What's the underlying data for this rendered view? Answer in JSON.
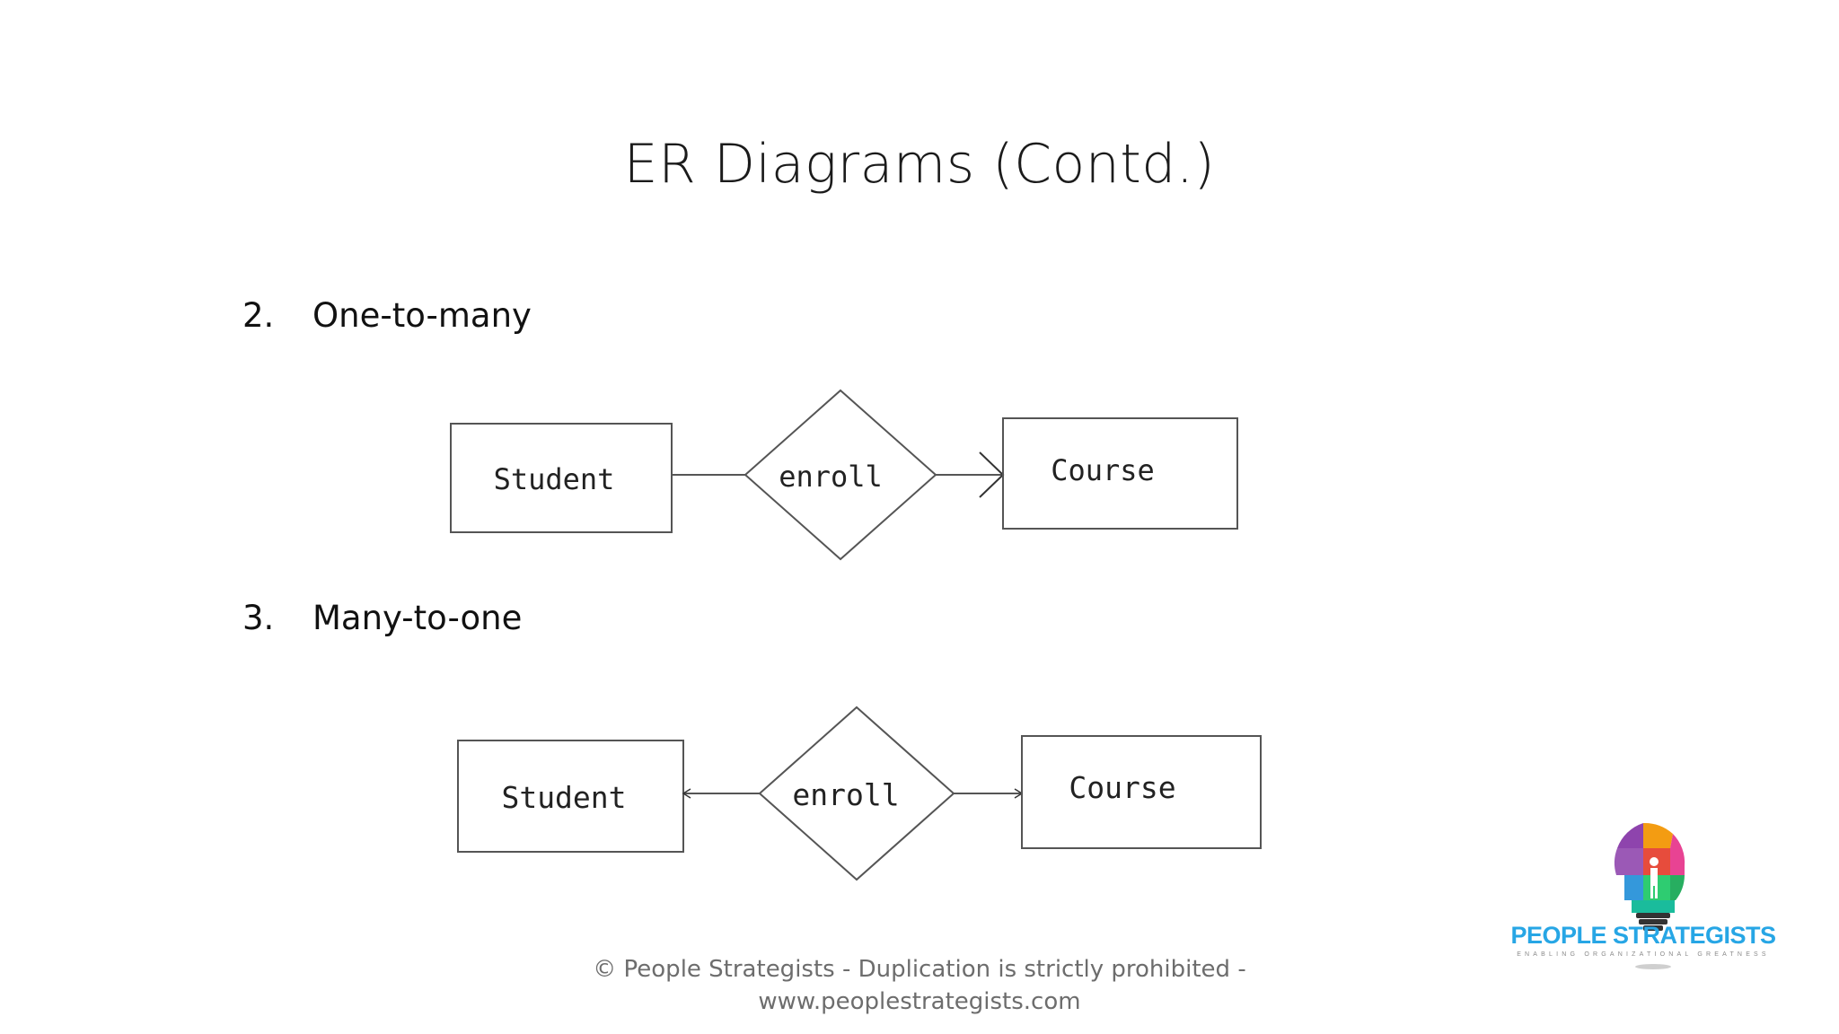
{
  "slide": {
    "title": "ER Diagrams (Contd.)",
    "items": [
      {
        "number": "2.",
        "label": "One-to-many"
      },
      {
        "number": "3.",
        "label": "Many-to-one"
      }
    ]
  },
  "diagrams": [
    {
      "entity_left": "Student",
      "relationship": "enroll",
      "entity_right": "Course"
    },
    {
      "entity_left": "Student",
      "relationship": "enroll",
      "entity_right": "Course"
    }
  ],
  "footer": {
    "line1": "© People Strategists - Duplication is strictly prohibited -",
    "line2": "www.peoplestrategists.com"
  },
  "logo": {
    "name": "PEOPLE STRATEGISTS",
    "tagline": "ENABLING ORGANIZATIONAL GREATNESS",
    "colors": [
      "#8e44ad",
      "#f39c12",
      "#e74c3c",
      "#27ae60",
      "#3498db",
      "#e84393",
      "#f1c40f"
    ]
  }
}
